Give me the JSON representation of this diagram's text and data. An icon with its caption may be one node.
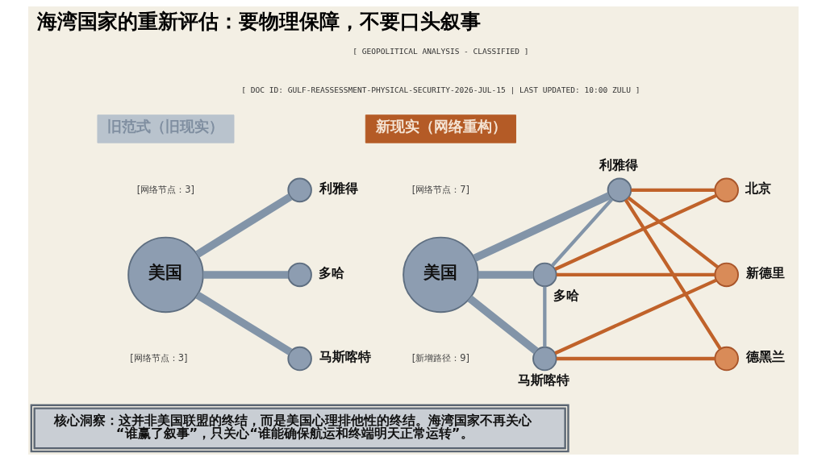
{
  "diagram": {
    "title": "海湾国家的重新评估：要物理保障，不要口头叙事",
    "nodes": [
      {
        "text": [
          "旧范式（旧现实）"
        ]
      },
      {
        "text": [
          "美国"
        ]
      },
      {
        "text": [
          "利雅得"
        ]
      },
      {
        "text": [
          "多哈"
        ]
      },
      {
        "text": [
          "马斯喀特"
        ]
      },
      {
        "text": [
          "新现实（网络重构）"
        ]
      },
      {
        "text": [
          "美国"
        ]
      },
      {
        "text": [
          "利雅得"
        ]
      },
      {
        "text": [
          "多哈"
        ]
      },
      {
        "text": [
          "马斯喀特"
        ]
      },
      {
        "text": [
          "北京"
        ]
      },
      {
        "text": [
          "新德里"
        ]
      },
      {
        "text": [
          "德黑兰"
        ]
      },
      {
        "text": [
          "核心洞察：这并非美国联盟的终结，而是美国心理排他性的终结。海湾国家不再关心“谁赢了叙事”，只关心“谁能确保航运和终端明天正常运转”。"
        ]
      }
    ],
    "edges": [
      {
        "from": 1,
        "to": 2,
        "arrow": "none",
        "style": "thick"
      },
      {
        "from": 1,
        "to": 3,
        "arrow": "none",
        "style": "thick"
      },
      {
        "from": 1,
        "to": 4,
        "arrow": "none",
        "style": "thick"
      },
      {
        "from": 6,
        "to": 7,
        "arrow": "none",
        "style": "thick"
      },
      {
        "from": 6,
        "to": 8,
        "arrow": "none",
        "style": "thick"
      },
      {
        "from": 6,
        "to": 9,
        "arrow": "none",
        "style": "thick"
      },
      {
        "from": 7,
        "to": 8,
        "arrow": "none"
      },
      {
        "from": 8,
        "to": 9,
        "arrow": "none"
      },
      {
        "from": 7,
        "to": 10,
        "arrow": "none",
        "color": "#c0622a"
      },
      {
        "from": 7,
        "to": 11,
        "arrow": "none",
        "color": "#c0622a"
      },
      {
        "from": 7,
        "to": 12,
        "arrow": "none",
        "color": "#c0622a"
      },
      {
        "from": 8,
        "to": 10,
        "arrow": "none",
        "color": "#c0622a"
      },
      {
        "from": 8,
        "to": 11,
        "arrow": "none",
        "color": "#c0622a"
      },
      {
        "from": 9,
        "to": 11,
        "arrow": "none",
        "color": "#c0622a"
      },
      {
        "from": 9,
        "to": 12,
        "arrow": "none",
        "color": "#c0622a"
      }
    ],
    "labels": [
      "[ GEOPOLITICAL ANALYSIS - CLASSIFIED ]",
      "[ DOC ID: GULF-REASSESSMENT-PHYSICAL-SECURITY-2026-JUL-15 | LAST UPDATED: 10:00 ZULU ]",
      "[网络节点：3]",
      "[网络节点：7]",
      "[网络节点：3]",
      "[新增路径：9]"
    ]
  }
}
